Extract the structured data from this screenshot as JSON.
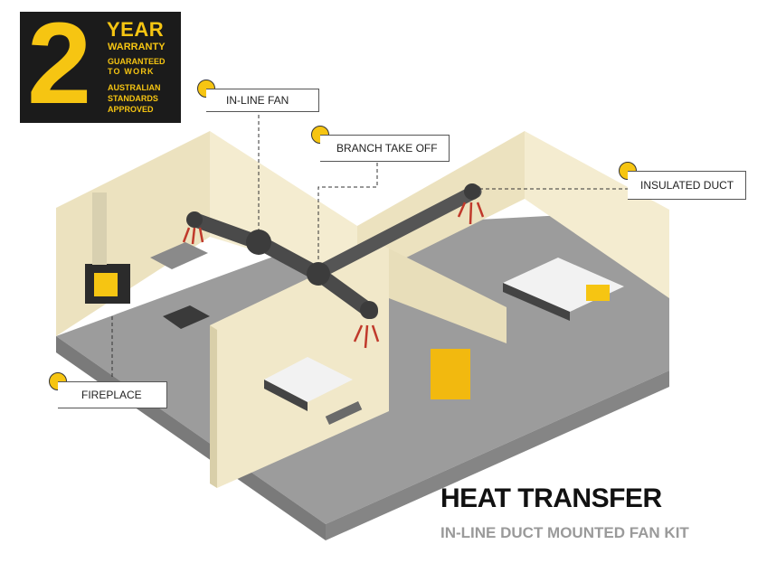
{
  "badge": {
    "number": "2",
    "year": "YEAR",
    "warranty": "WARRANTY",
    "guaranteed": "GUARANTEED",
    "to_work": "TO WORK",
    "australian": "AUSTRALIAN",
    "standards": "STANDARDS",
    "approved": "APPROVED"
  },
  "callouts": {
    "inline_fan": "IN-LINE FAN",
    "branch_take_off": "BRANCH TAKE OFF",
    "insulated_duct": "INSULATED DUCT",
    "fireplace": "FIREPLACE"
  },
  "heading": {
    "title": "HEAT TRANSFER",
    "subtitle": "IN-LINE DUCT MOUNTED FAN KIT"
  },
  "colors": {
    "accent_yellow": "#f6c512",
    "wall": "#efe6c6",
    "floor": "#9a9a9a",
    "duct": "#555555",
    "airflow_arrow": "#c0392b"
  }
}
